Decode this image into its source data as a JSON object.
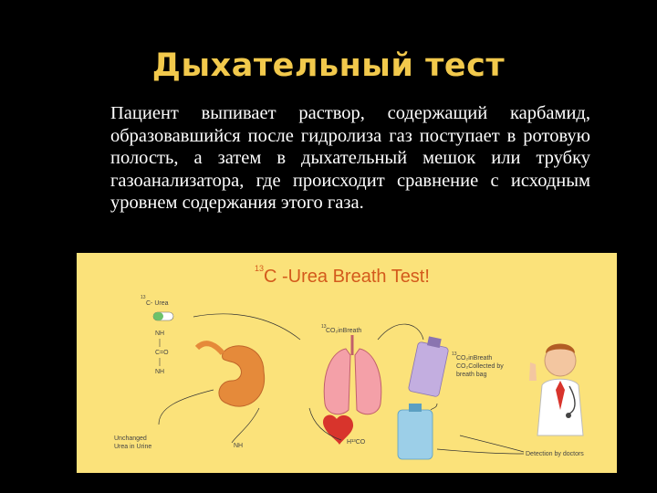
{
  "slide": {
    "title": "Дыхательный тест",
    "paragraph": "Пациент выпивает раствор, содержащий карбамид, образовавшийся после гидролиза газ поступает в ротовую полость, а затем в дыхательный мешок или трубку газоанализатора, где происходит сравнение с исходным уровнем содержания этого газа."
  },
  "figure": {
    "title_sup": "13",
    "title_main": "C -Urea Breath Test!",
    "urea_label": "C- Urea",
    "urea_sup": "13",
    "nh2_top": "NH",
    "c_o": "C=O",
    "nh2_bottom": "NH",
    "co2_in_breath": "CO₂inBreath",
    "co2_in_breath_sup": "13",
    "bag_text_1": "CO₂inBreath",
    "bag_text_2": "CO₂Collected by",
    "bag_text_3": "breath bag",
    "bag_sup": "13",
    "unchanged_1": "Unchanged",
    "unchanged_2": "Urea in Urine",
    "nh3_label": "NH",
    "hco3_label": "H¹³CO",
    "detection": "Detection by doctors",
    "colors": {
      "background": "#fbe27a",
      "title": "#d35a1c",
      "stomach": "#e58a3a",
      "lungs": "#f4a0a8",
      "heart": "#d8342c",
      "bag_purple": "#c3aee0",
      "bag_blue": "#9ccfe8"
    }
  }
}
